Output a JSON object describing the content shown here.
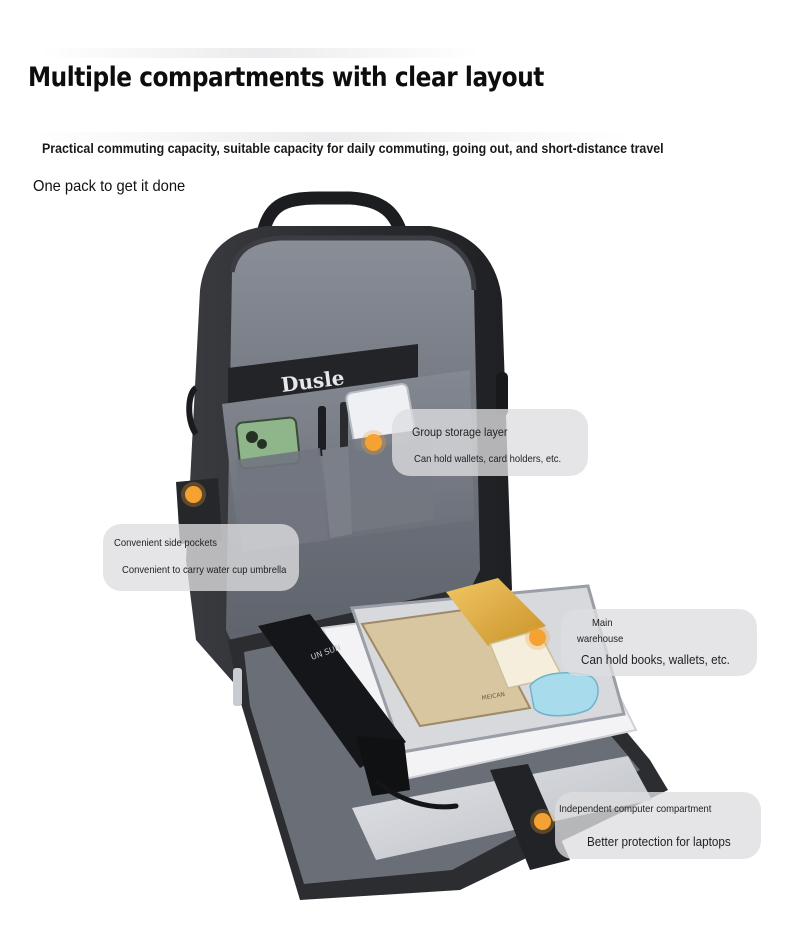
{
  "headline": "Multiple compartments with clear layout",
  "subheadline": "Practical commuting capacity, suitable capacity for daily commuting, going out, and short-distance travel",
  "tagline": "One pack to get it done",
  "callouts": {
    "group": {
      "title": "Group storage layer",
      "desc": "Can hold wallets, card holders, etc."
    },
    "side": {
      "title": "Convenient side pockets",
      "desc": "Convenient to carry water cup umbrella"
    },
    "main": {
      "title_line1": "Main",
      "title_line2": "warehouse",
      "desc": "Can hold books, wallets, etc."
    },
    "computer": {
      "title": "Independent computer compartment",
      "desc": "Better protection for laptops"
    }
  },
  "product_prints": {
    "book_cover": "Dusle",
    "umbrella_brand": "UN SUN",
    "wallet_logo": "MEICAN"
  },
  "colors": {
    "accent_dot": "#f6a233",
    "bag_shell": "#2e2f33",
    "lining": "#6c7079",
    "callout_bg": "#dedee0"
  }
}
